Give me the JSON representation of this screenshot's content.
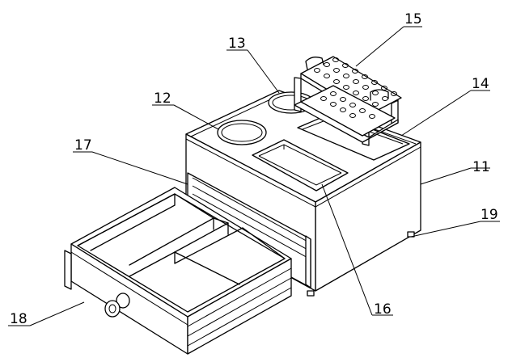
{
  "labels": {
    "l11": "11",
    "l12": "12",
    "l13": "13",
    "l14": "14",
    "l15": "15",
    "l16": "16",
    "l17": "17",
    "l18": "18",
    "l19": "19"
  }
}
